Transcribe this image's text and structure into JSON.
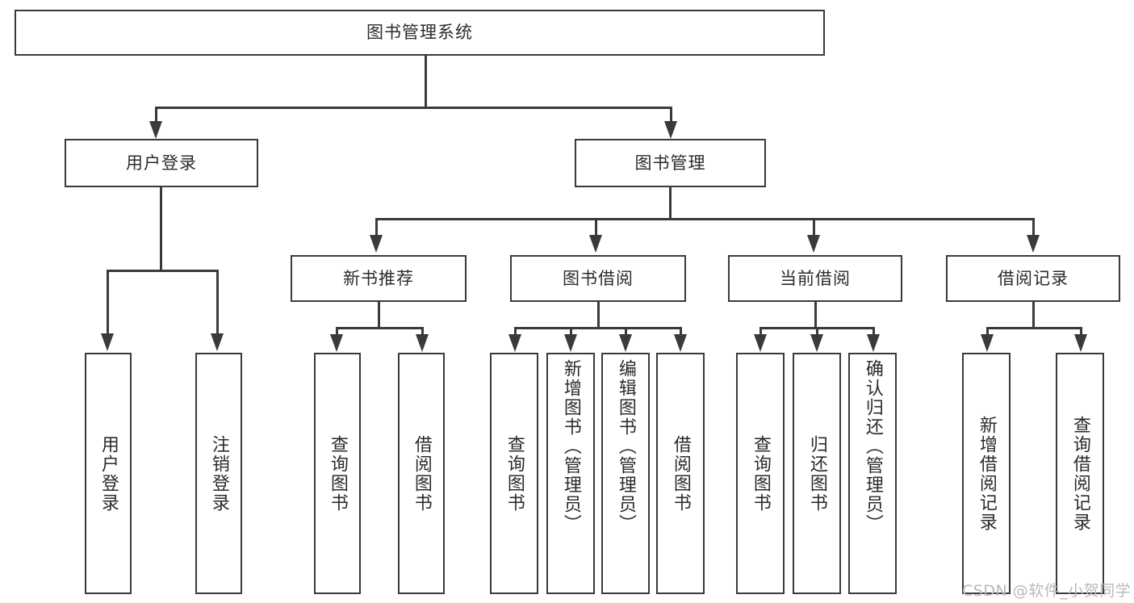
{
  "diagram": {
    "type": "tree-hierarchy",
    "title": "图书管理系统",
    "watermark": "CSDN @软件_小贺同学",
    "colors": {
      "stroke": "#3a3a3a",
      "fill": "#ffffff",
      "text": "#2b2b2b",
      "watermark": "#b9b9b9"
    },
    "root": {
      "label": "图书管理系统"
    },
    "level2": [
      {
        "label": "用户登录"
      },
      {
        "label": "图书管理"
      }
    ],
    "level3": [
      {
        "label": "新书推荐"
      },
      {
        "label": "图书借阅"
      },
      {
        "label": "当前借阅"
      },
      {
        "label": "借阅记录"
      }
    ],
    "leaves": {
      "user_login": [
        {
          "label": "用户登录"
        },
        {
          "label": "注销登录"
        }
      ],
      "new_book_recommend": [
        {
          "label": "查询图书"
        },
        {
          "label": "借阅图书"
        }
      ],
      "book_borrow": [
        {
          "label": "查询图书"
        },
        {
          "label": "新增图书（管理员）"
        },
        {
          "label": "编辑图书（管理员）"
        },
        {
          "label": "借阅图书"
        }
      ],
      "current_borrow": [
        {
          "label": "查询图书"
        },
        {
          "label": "归还图书"
        },
        {
          "label": "确认归还（管理员）"
        }
      ],
      "borrow_record": [
        {
          "label": "新增借阅记录"
        },
        {
          "label": "查询借阅记录"
        }
      ]
    }
  }
}
